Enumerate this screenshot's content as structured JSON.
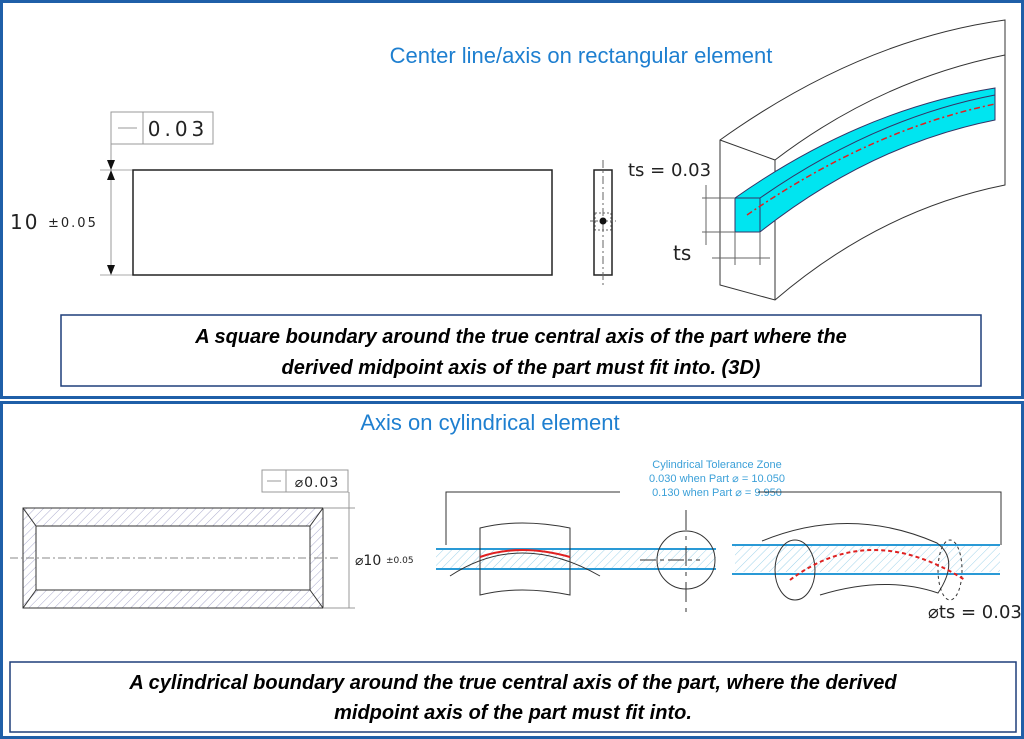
{
  "top": {
    "title": "Center line/axis on rectangular element",
    "frame_symbol": "—",
    "frame_value": "0.03",
    "dimension": "10",
    "tolerance": "±0.05",
    "ts_label": "ts = 0.03",
    "ts_short": "ts",
    "caption_line1": "A square boundary around the true central axis of the part where the",
    "caption_line2": "derived midpoint axis of the part must fit into. (3D)"
  },
  "bottom": {
    "title": "Axis on cylindrical element",
    "frame_symbol": "—",
    "frame_value": "⌀0.03",
    "dimension": "⌀10",
    "tolerance": "±0.05",
    "zone_title": "Cylindrical Tolerance Zone",
    "zone_line1": "0.030 when Part ⌀ = 10.050",
    "zone_line2": "0.130 when Part ⌀ = 9.950",
    "ts_label": "⌀ts = 0.03",
    "caption_line1": "A cylindrical boundary around the true central axis of the part, where the derived",
    "caption_line2": "midpoint axis of the part must fit into."
  },
  "colors": {
    "border": "#1f5fa8",
    "title": "#1e7fd0",
    "tolerance_zone": "#00e5f0",
    "axis": "#e02020"
  }
}
